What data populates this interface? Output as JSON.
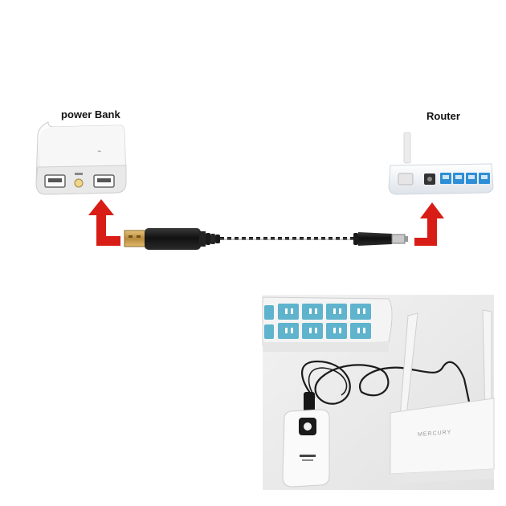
{
  "labels": {
    "power_bank": "power Bank",
    "router": "Router"
  },
  "photo": {
    "router_brand": "MERCURY"
  },
  "colors": {
    "arrow": "#d81d16",
    "router_port": "#2f8fd6",
    "cable": "#1c1c1c",
    "usb_metal": "#c99a48"
  }
}
